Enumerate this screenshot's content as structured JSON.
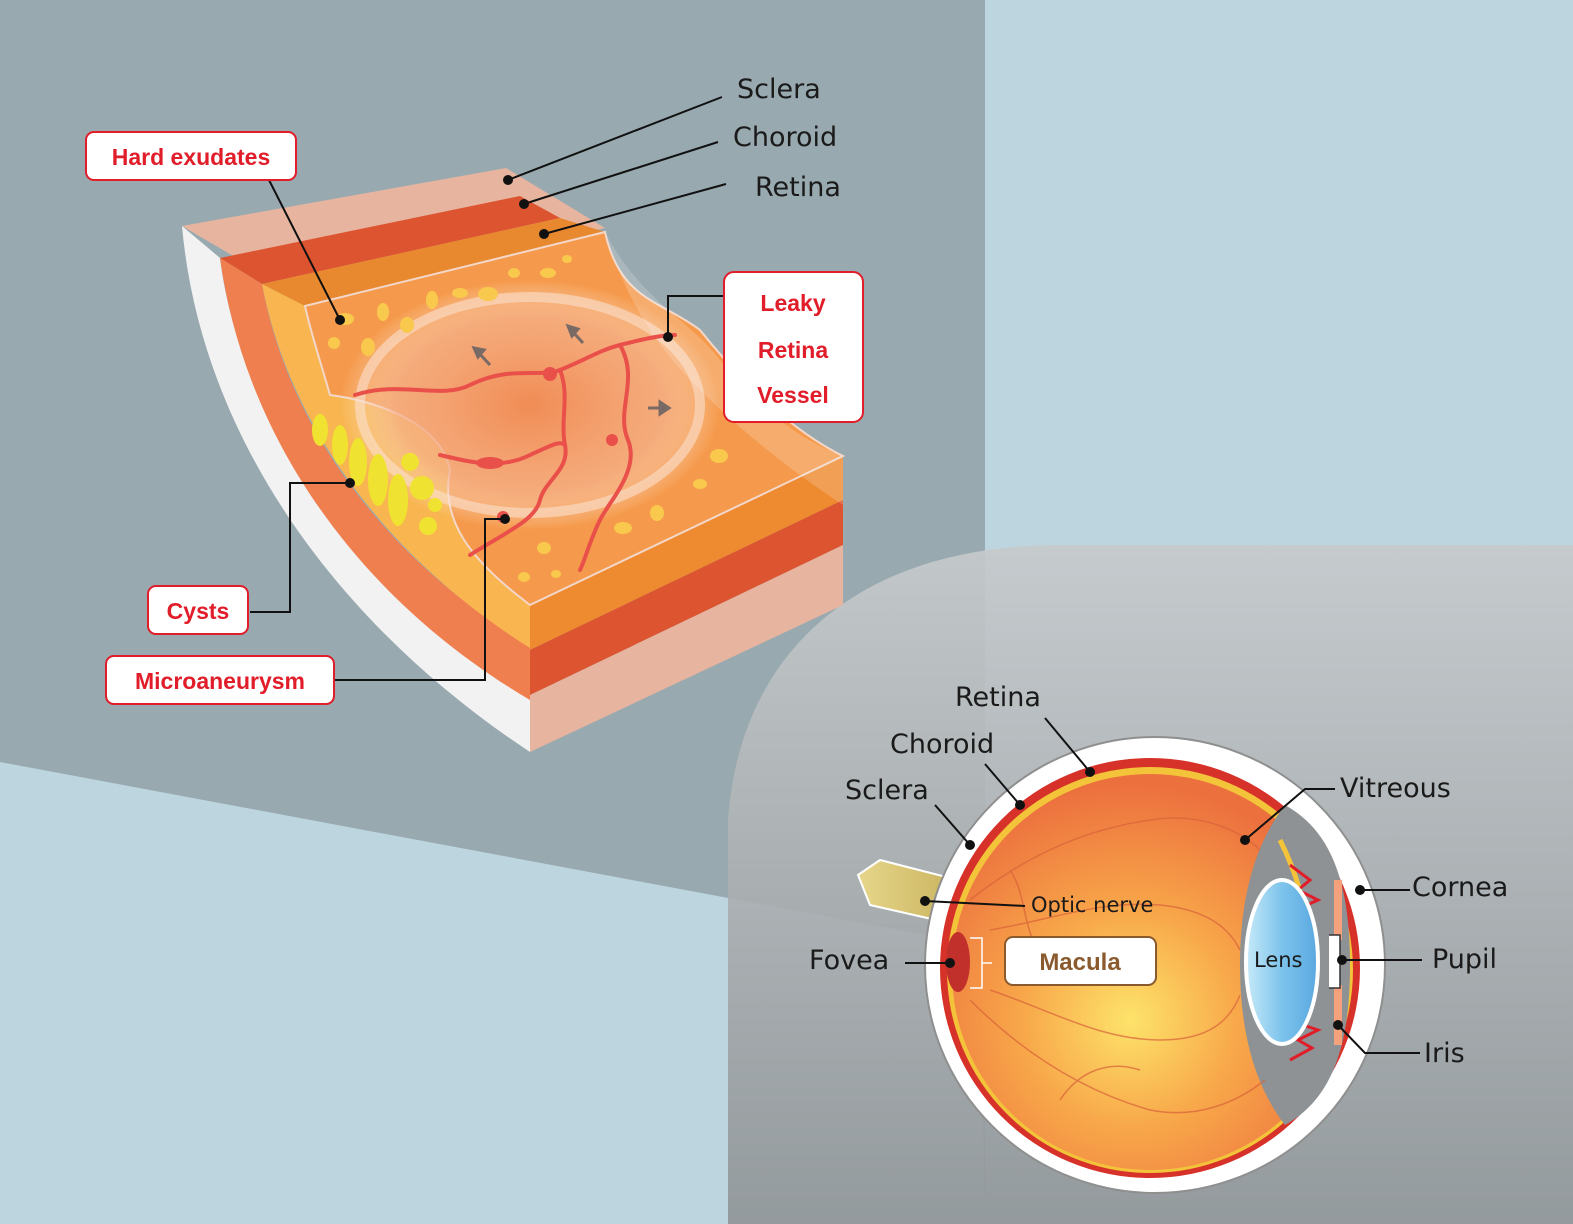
{
  "cross_section": {
    "layer_labels": {
      "sclera": "Sclera",
      "choroid": "Choroid",
      "retina": "Retina"
    },
    "callouts": {
      "hard_exudates": "Hard exudates",
      "leaky_line1": "Leaky",
      "leaky_line2": "Retina",
      "leaky_line3": "Vessel",
      "cysts": "Cysts",
      "microaneurysm": "Microaneurysm"
    }
  },
  "eyeball": {
    "labels": {
      "retina": "Retina",
      "choroid": "Choroid",
      "sclera": "Sclera",
      "vitreous": "Vitreous",
      "cornea": "Cornea",
      "optic_nerve": "Optic nerve",
      "lens": "Lens",
      "pupil": "Pupil",
      "fovea": "Fovea",
      "macula": "Macula",
      "iris": "Iris"
    }
  },
  "colors": {
    "bg_light": "#bdd5df",
    "bg_dark": "#98a9b0",
    "sclera": "#e6b49f",
    "choroid": "#dd5430",
    "retina": "#e8882f",
    "retina_inner": "#f8b150",
    "vessel": "#e9504a",
    "exudate": "#f8c94d",
    "cyst": "#f0e230",
    "callout_red": "#e11d2a",
    "macula_brown": "#8a5a2e"
  }
}
